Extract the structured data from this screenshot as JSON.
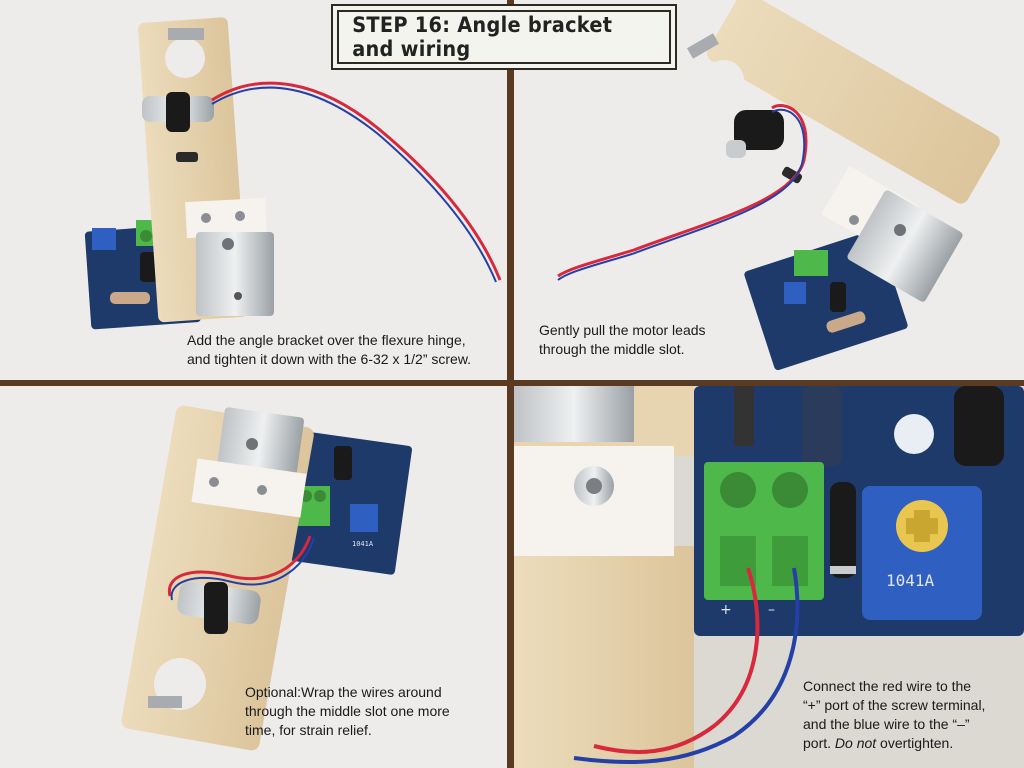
{
  "title": "STEP 16: Angle bracket and wiring",
  "panels": [
    {
      "caption_lines": [
        "Add the angle bracket over the flexure hinge,",
        "and tighten it down with the 6-32 x 1/2” screw."
      ]
    },
    {
      "caption_lines": [
        "Gently pull the motor leads",
        "through the middle slot."
      ]
    },
    {
      "caption_lines": [
        "Optional:Wrap the wires around",
        "through the middle slot one more",
        "time, for strain relief."
      ]
    },
    {
      "caption_lines": [
        "Connect the red wire to the",
        "“+” port of the screw terminal,",
        "and the blue wire to the “–”"
      ],
      "caption_last_prefix": "port. ",
      "caption_last_italic": "Do not",
      "caption_last_suffix": " overtighten."
    }
  ],
  "board_labels": {
    "pot_code": "1041A",
    "plus": "+",
    "minus": "–"
  },
  "colors": {
    "divider": "#5a3a20",
    "wood": "#e9d7b6",
    "pcb": "#1d3a6a",
    "terminal": "#4fb84a",
    "wire_red": "#d8283c",
    "wire_blue": "#2440a8"
  }
}
